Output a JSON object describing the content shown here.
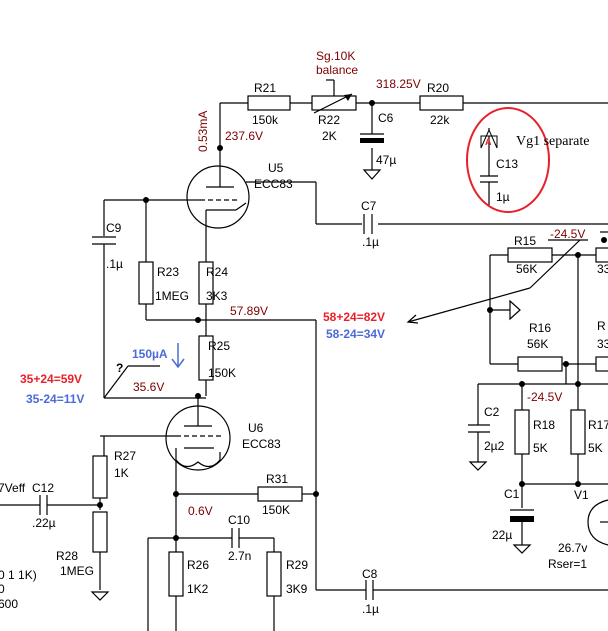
{
  "components": {
    "r21": {
      "ref": "R21",
      "value": "150k"
    },
    "r22": {
      "ref": "R22",
      "value": "2K",
      "note_line1": "Sg.10K",
      "note_line2": "balance"
    },
    "r20": {
      "ref": "R20",
      "value": "22k"
    },
    "c6": {
      "ref": "C6",
      "value": "47µ"
    },
    "c13": {
      "ref": "C13",
      "value": "1µ",
      "note": "Vg1 separate"
    },
    "u5": {
      "ref": "U5",
      "value": "ECC83"
    },
    "c9": {
      "ref": "C9",
      "value": ".1µ"
    },
    "c7": {
      "ref": "C7",
      "value": ".1µ"
    },
    "r23": {
      "ref": "R23",
      "value": "1MEG"
    },
    "r24": {
      "ref": "R24",
      "value": "3K3"
    },
    "r25": {
      "ref": "R25",
      "value": "150K"
    },
    "u6": {
      "ref": "U6",
      "value": "ECC83"
    },
    "r27": {
      "ref": "R27",
      "value": "1K"
    },
    "c12": {
      "ref": "C12",
      "value": ".22µ"
    },
    "r28": {
      "ref": "R28",
      "value": "1MEG"
    },
    "r31": {
      "ref": "R31",
      "value": "150K"
    },
    "c10": {
      "ref": "C10",
      "value": "2.7n"
    },
    "r26": {
      "ref": "R26",
      "value": "1K2"
    },
    "r29": {
      "ref": "R29",
      "value": "3K9"
    },
    "c8": {
      "ref": "C8",
      "value": ".1µ"
    },
    "r15": {
      "ref": "R15",
      "value": "56K"
    },
    "r16": {
      "ref": "R16",
      "value": "56K"
    },
    "c2": {
      "ref": "C2",
      "value": "2µ2"
    },
    "r18": {
      "ref": "R18",
      "value": "5K"
    },
    "r17": {
      "ref": "R17",
      "value": "5K"
    },
    "c1": {
      "ref": "C1",
      "value": "22µ"
    },
    "v1": {
      "ref": "V1",
      "value": "26.7v",
      "note": "Rser=1"
    },
    "r15b": {
      "value": "33"
    },
    "r16b": {
      "value": "33"
    },
    "r16b_ref": "R"
  },
  "voltages": {
    "anode_u5": "237.6V",
    "supply_node": "318.25V",
    "u5_current": "0.53mA",
    "node_57": "57.89V",
    "node_35": "35.6V",
    "u6_cathode": "0.6V",
    "bias_top": "-24.5V",
    "bias_mid": "-24.5V"
  },
  "annotations": {
    "red_right": "58+24=82V",
    "blue_right": "58-24=34V",
    "red_left": "35+24=59V",
    "blue_left": "35-24=11V",
    "current": "150µA",
    "question": "?"
  },
  "offpage_left": {
    "veff": "7Veff",
    "line1": "0 1 1K)",
    "line2": "0",
    "line3": "600"
  }
}
